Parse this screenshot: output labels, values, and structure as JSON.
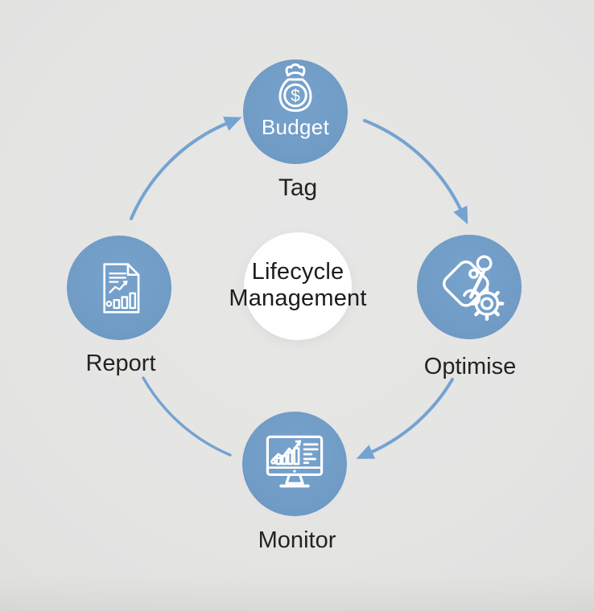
{
  "diagram": {
    "title": {
      "line1": "Lifecycle",
      "line2": "Management"
    },
    "nodes": [
      {
        "id": "budget",
        "icon": "money-bag-icon",
        "inner_label": "Budget",
        "label": "Tag",
        "currency_glyph": "$"
      },
      {
        "id": "optimise",
        "icon": "tag-gear-icon",
        "label": "Optimise"
      },
      {
        "id": "monitor",
        "icon": "monitor-chart-icon",
        "label": "Monitor"
      },
      {
        "id": "report",
        "icon": "report-document-icon",
        "label": "Report"
      }
    ],
    "arrows": [
      {
        "from": "Report",
        "to": "Budget",
        "arrowhead": true
      },
      {
        "from": "Budget",
        "to": "Optimise",
        "arrowhead": true
      },
      {
        "from": "Optimise",
        "to": "Monitor",
        "arrowhead": true
      },
      {
        "between": [
          "Report",
          "Monitor"
        ],
        "arrowhead": false
      }
    ],
    "colors": {
      "background": "#e4e4e3",
      "node_fill": "#6f9bc5",
      "arrow": "#74a3d1",
      "icon_stroke": "#ffffff",
      "center_fill": "#ffffff",
      "label_text": "#232323",
      "inner_label_text": "#ffffff"
    }
  }
}
